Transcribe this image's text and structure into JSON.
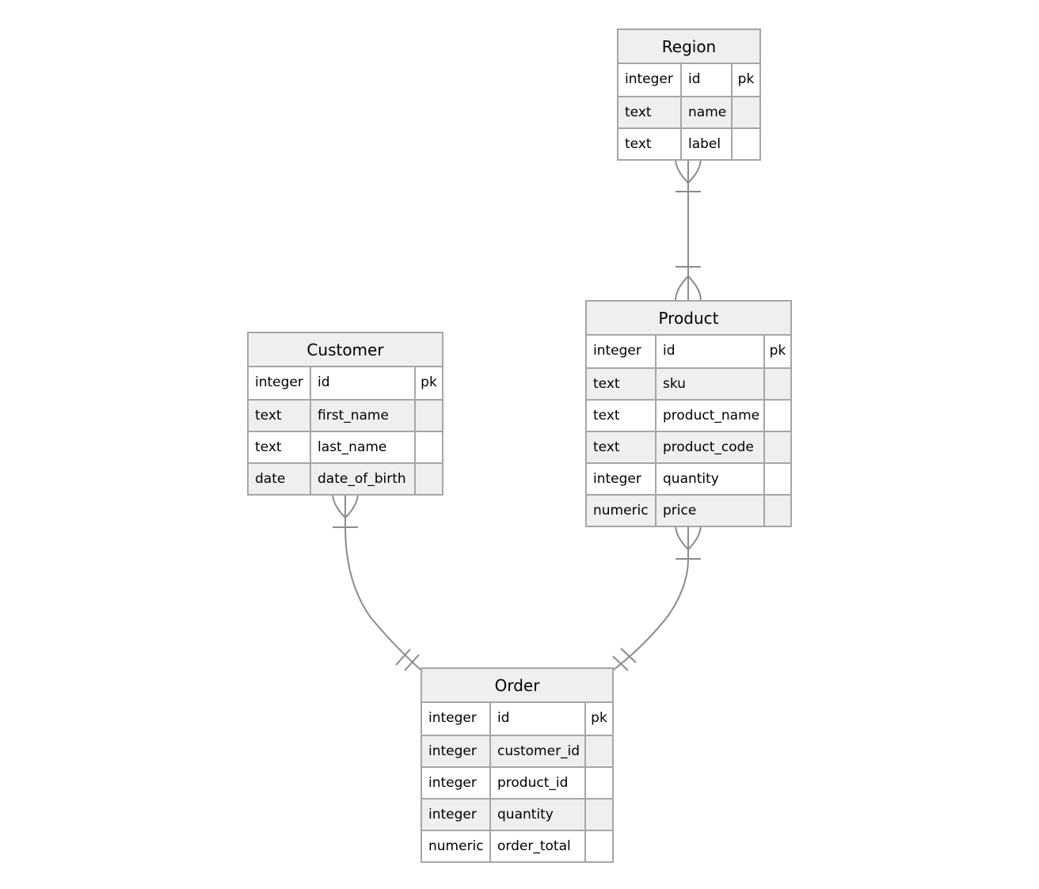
{
  "entities": [
    {
      "name": "Region",
      "attributes": [
        {
          "type": "integer",
          "name": "id",
          "key": "pk"
        },
        {
          "type": "text",
          "name": "name",
          "key": ""
        },
        {
          "type": "text",
          "name": "label",
          "key": ""
        }
      ]
    },
    {
      "name": "Product",
      "attributes": [
        {
          "type": "integer",
          "name": "id",
          "key": "pk"
        },
        {
          "type": "text",
          "name": "sku",
          "key": ""
        },
        {
          "type": "text",
          "name": "product_name",
          "key": ""
        },
        {
          "type": "text",
          "name": "product_code",
          "key": ""
        },
        {
          "type": "integer",
          "name": "quantity",
          "key": ""
        },
        {
          "type": "numeric",
          "name": "price",
          "key": ""
        }
      ]
    },
    {
      "name": "Customer",
      "attributes": [
        {
          "type": "integer",
          "name": "id",
          "key": "pk"
        },
        {
          "type": "text",
          "name": "first_name",
          "key": ""
        },
        {
          "type": "text",
          "name": "last_name",
          "key": ""
        },
        {
          "type": "date",
          "name": "date_of_birth",
          "key": ""
        }
      ]
    },
    {
      "name": "Order",
      "attributes": [
        {
          "type": "integer",
          "name": "id",
          "key": "pk"
        },
        {
          "type": "integer",
          "name": "customer_id",
          "key": ""
        },
        {
          "type": "integer",
          "name": "product_id",
          "key": ""
        },
        {
          "type": "integer",
          "name": "quantity",
          "key": ""
        },
        {
          "type": "numeric",
          "name": "order_total",
          "key": ""
        }
      ]
    }
  ],
  "relationships": [
    {
      "from": "Region",
      "from_cardinality": "one-or-many",
      "to": "Product",
      "to_cardinality": "one-or-many"
    },
    {
      "from": "Customer",
      "from_cardinality": "one-or-many",
      "to": "Order",
      "to_cardinality": "exactly-one"
    },
    {
      "from": "Product",
      "from_cardinality": "one-or-many",
      "to": "Order",
      "to_cardinality": "exactly-one"
    }
  ],
  "colors": {
    "border": "#a6a6a6",
    "header": "#efefef",
    "row_alt": "#efefef",
    "line": "#8c8c8c"
  }
}
